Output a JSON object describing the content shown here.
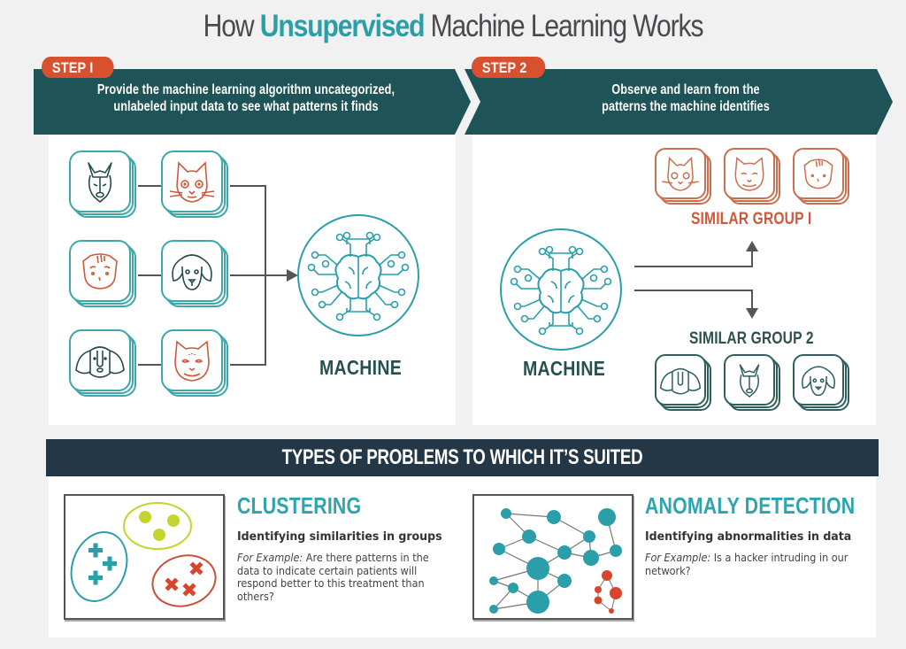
{
  "title": {
    "prefix": "How ",
    "highlight": "Unsupervised",
    "suffix": " Machine Learning Works"
  },
  "colors": {
    "teal": "#2a9fa9",
    "dark_teal": "#1e5357",
    "orange": "#d8502d",
    "navy": "#243746",
    "lime": "#c6d42f",
    "gray_text": "#4a4a4e"
  },
  "steps": [
    {
      "badge": "STEP I",
      "line1": "Provide the machine learning algorithm uncategorized,",
      "line2": "unlabeled input data to see what patterns it finds"
    },
    {
      "badge": "STEP 2",
      "line1": "Observe and learn from the",
      "line2": "patterns the machine identifies"
    }
  ],
  "step1": {
    "inputs": [
      {
        "icon": "husky-dog-icon",
        "kind": "dog"
      },
      {
        "icon": "cat-spots-icon",
        "kind": "cat"
      },
      {
        "icon": "fold-cat-icon",
        "kind": "cat"
      },
      {
        "icon": "floppy-ear-dog-icon",
        "kind": "dog"
      },
      {
        "icon": "spaniel-dog-icon",
        "kind": "dog"
      },
      {
        "icon": "persian-cat-icon",
        "kind": "cat"
      }
    ],
    "machine_label": "MACHINE",
    "machine_icon": "brain-circuit-icon"
  },
  "step2": {
    "machine_label": "MACHINE",
    "machine_icon": "brain-circuit-icon",
    "group1": {
      "label": "SIMILAR GROUP I",
      "icons": [
        "cat-spots-icon",
        "persian-cat-icon",
        "fold-cat-icon"
      ]
    },
    "group2": {
      "label": "SIMILAR GROUP 2",
      "icons": [
        "spaniel-dog-icon",
        "husky-dog-icon",
        "floppy-ear-dog-icon"
      ]
    }
  },
  "types": {
    "title": "TYPES OF PROBLEMS TO WHICH IT’S SUITED",
    "items": [
      {
        "heading": "CLUSTERING",
        "subheading": "Identifying similarities in groups",
        "example_label": "For Example:",
        "example_text": " Are there patterns in the data to indicate certain patients will respond better to this treatment than others?",
        "icon": "clustering-diagram-icon"
      },
      {
        "heading": "ANOMALY DETECTION",
        "subheading": "Identifying abnormalities in data",
        "example_label": "For Example:",
        "example_text": " Is a hacker intruding in our network?",
        "icon": "network-anomaly-diagram-icon"
      }
    ]
  }
}
